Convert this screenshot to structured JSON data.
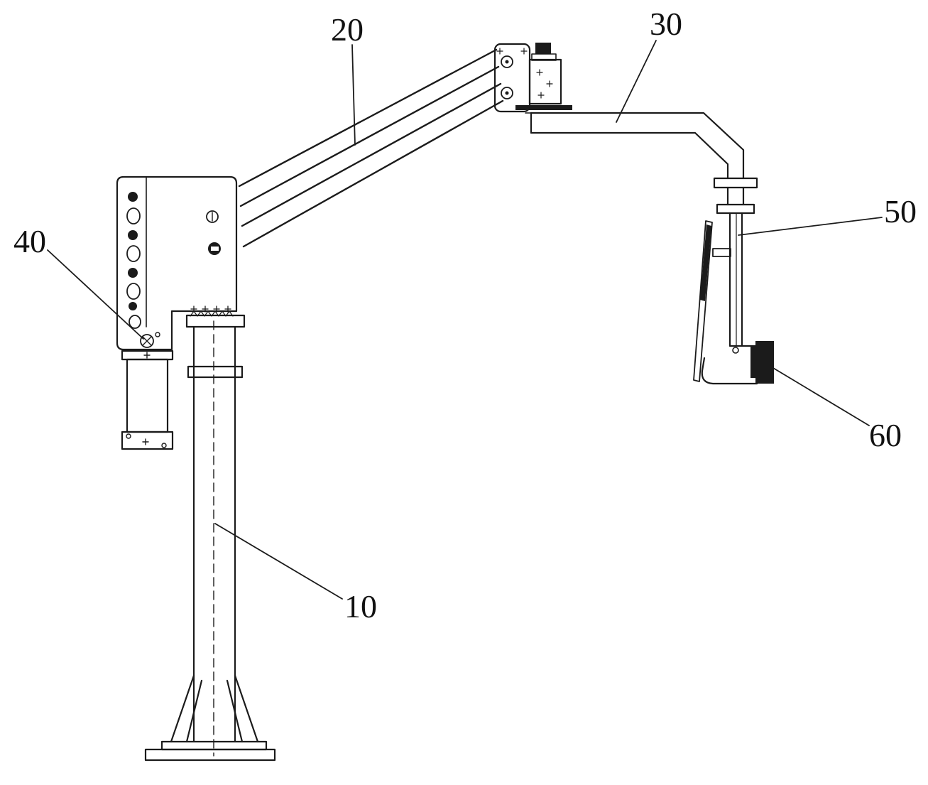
{
  "figure": {
    "labels": [
      {
        "part": "10",
        "text": "10"
      },
      {
        "part": "20",
        "text": "20"
      },
      {
        "part": "30",
        "text": "30"
      },
      {
        "part": "40",
        "text": "40"
      },
      {
        "part": "50",
        "text": "50"
      },
      {
        "part": "60",
        "text": "60"
      }
    ],
    "colors": {
      "line": "#1b1b1b",
      "background": "#ffffff"
    }
  }
}
